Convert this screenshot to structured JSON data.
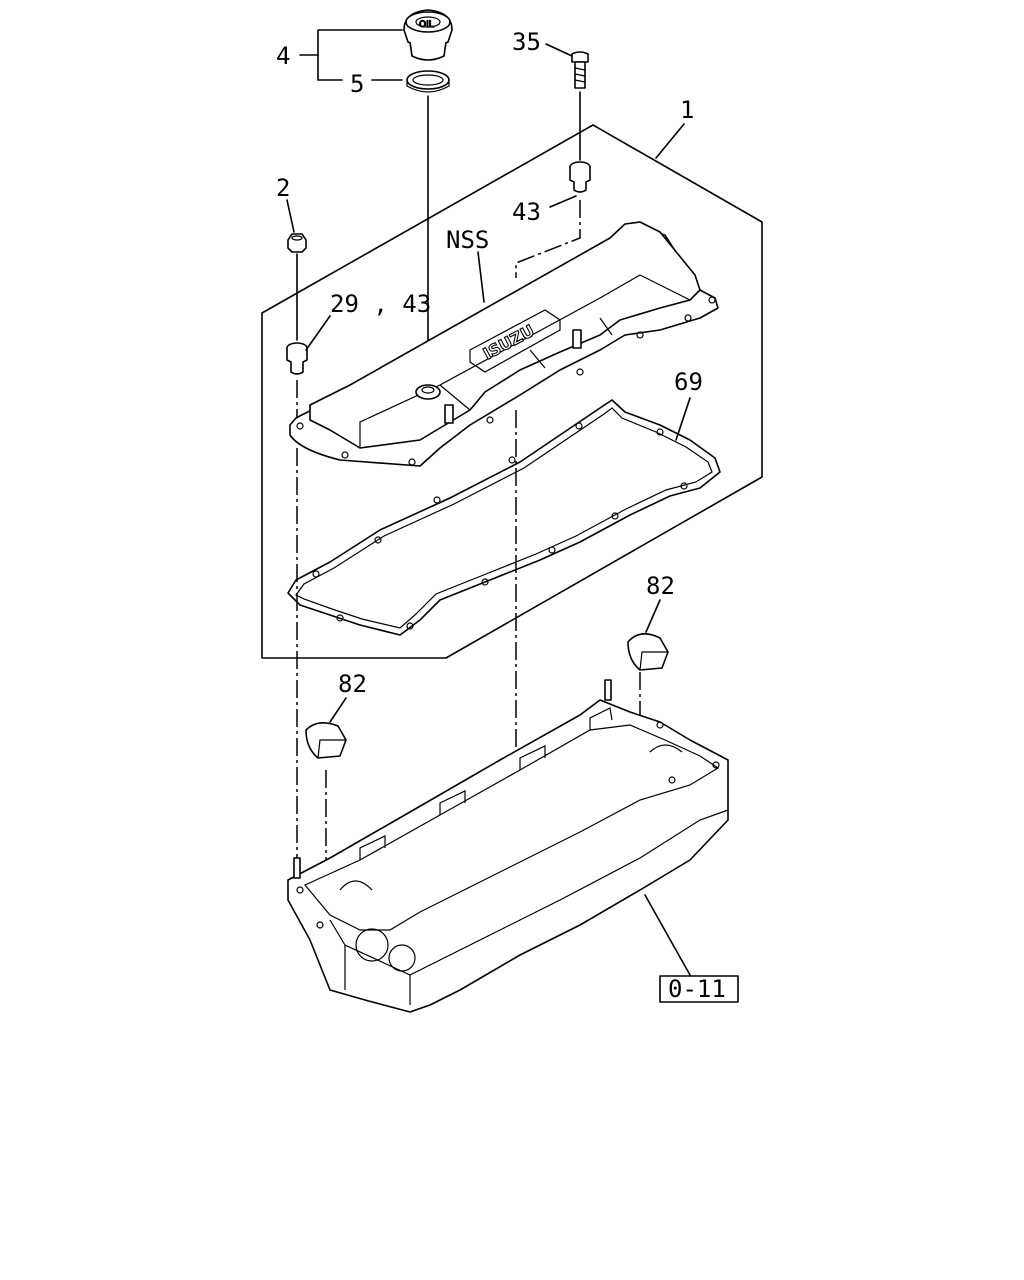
{
  "labels": {
    "p4": "4",
    "p5": "5",
    "p35": "35",
    "p1": "1",
    "p2": "2",
    "p43": "43",
    "nss": "NSS",
    "p29_43": "29 , 43",
    "p69": "69",
    "p82_right": "82",
    "p82_left": "82",
    "ref": "0-11"
  },
  "logo_text": {
    "brand": "ISUZU",
    "cap": "OIL"
  }
}
